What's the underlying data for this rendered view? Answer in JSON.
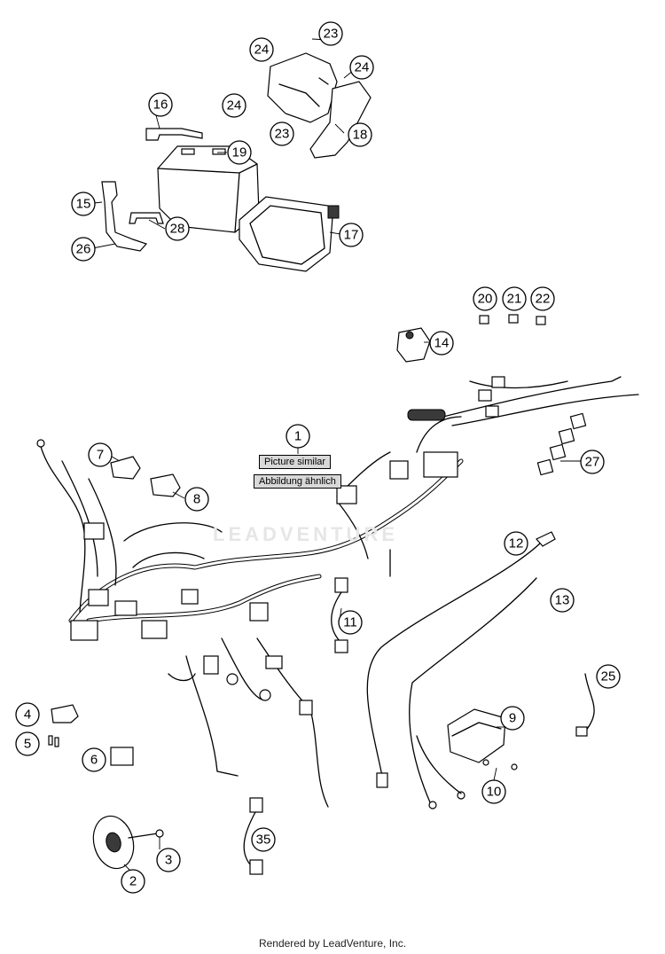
{
  "notes": {
    "picture_similar": "Picture similar",
    "abbildung_aehnlich": "Abbildung ähnlich"
  },
  "callouts": [
    "1",
    "2",
    "3",
    "4",
    "5",
    "6",
    "7",
    "8",
    "9",
    "10",
    "11",
    "12",
    "13",
    "14",
    "15",
    "16",
    "17",
    "18",
    "19",
    "20",
    "21",
    "22",
    "23",
    "23",
    "24",
    "24",
    "24",
    "25",
    "26",
    "27",
    "28",
    "35"
  ],
  "watermark": "LEADVENTURE",
  "footer": "Rendered by LeadVenture, Inc."
}
